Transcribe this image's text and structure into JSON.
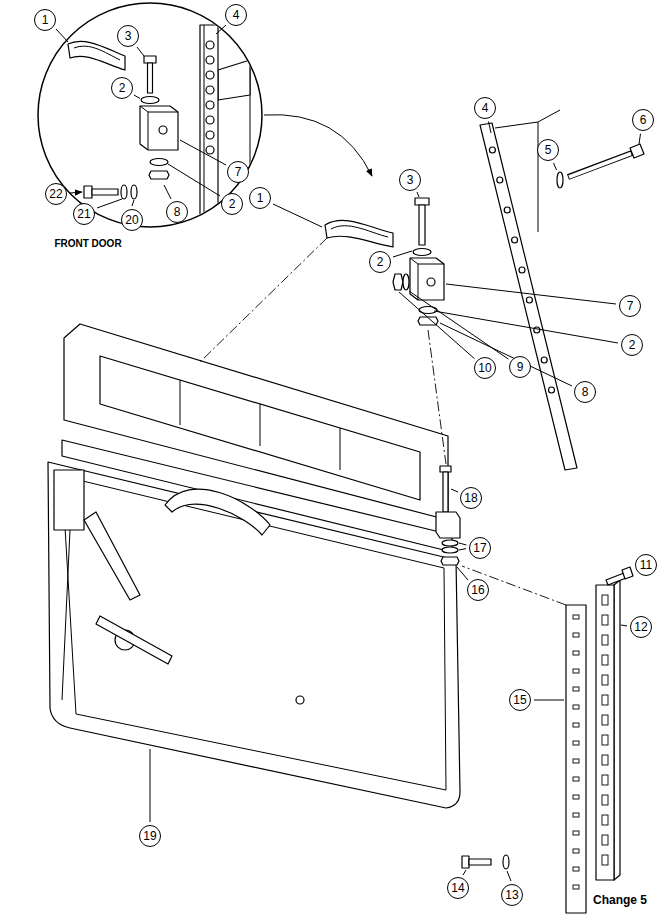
{
  "diagram": {
    "labels": [
      "1",
      "4",
      "3",
      "2",
      "7",
      "22",
      "21",
      "20",
      "8",
      "2",
      "FRONT DOOR",
      "1",
      "3",
      "4",
      "5",
      "6",
      "2",
      "7",
      "2",
      "10",
      "9",
      "8",
      "18",
      "17",
      "16",
      "11",
      "12",
      "15",
      "19",
      "14",
      "13",
      "Change 5"
    ]
  }
}
